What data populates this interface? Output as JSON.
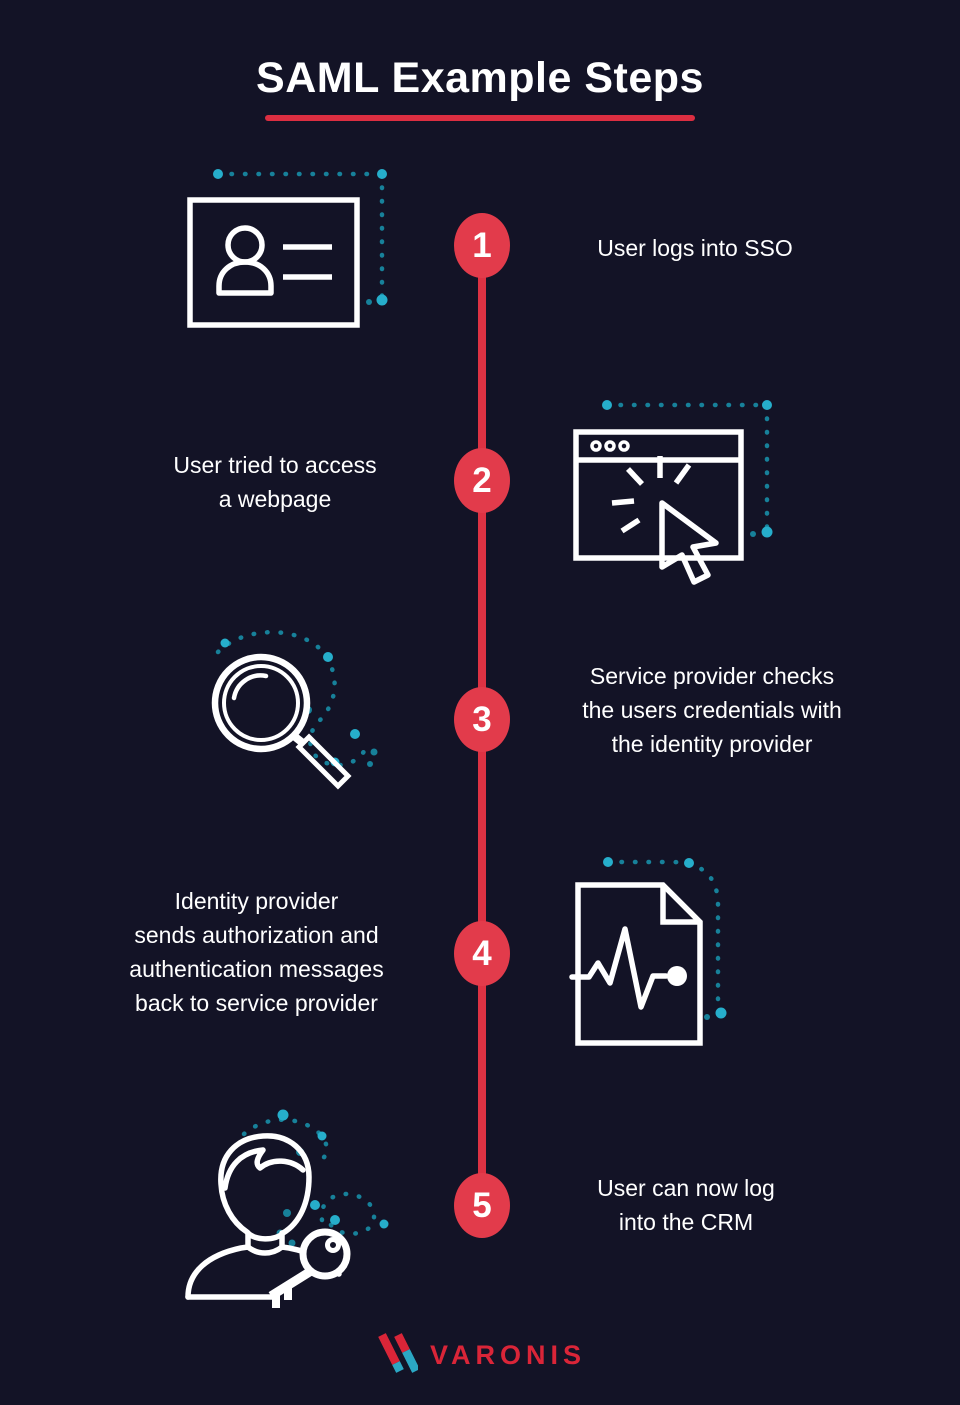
{
  "title": "SAML Example Steps",
  "steps": [
    {
      "number": "1",
      "icon": "id-card",
      "lines": [
        "User logs into SSO"
      ]
    },
    {
      "number": "2",
      "icon": "webpage-click",
      "lines": [
        "User tried to access",
        "a webpage"
      ]
    },
    {
      "number": "3",
      "icon": "magnifying-glass",
      "lines": [
        "Service provider checks",
        "the users credentials with",
        "the identity provider"
      ]
    },
    {
      "number": "4",
      "icon": "document-pulse",
      "lines": [
        "Identity provider",
        "sends authorization and",
        "authentication messages",
        "back to service provider"
      ]
    },
    {
      "number": "5",
      "icon": "user-with-key",
      "lines": [
        "User can now log",
        "into the CRM"
      ]
    }
  ],
  "footer": {
    "brand": "VARONIS"
  },
  "colors": {
    "background": "#131326",
    "title_underline_red": "#dc2e41",
    "timeline_red": "#dd3243",
    "step_circle_red": "#e23b4b",
    "icon_stroke_white": "#ffffff",
    "teal_dots": "#17819a",
    "teal_dots_bright": "#26aecb",
    "logo_red": "#da2538",
    "logo_teal": "#2ba7c4"
  }
}
